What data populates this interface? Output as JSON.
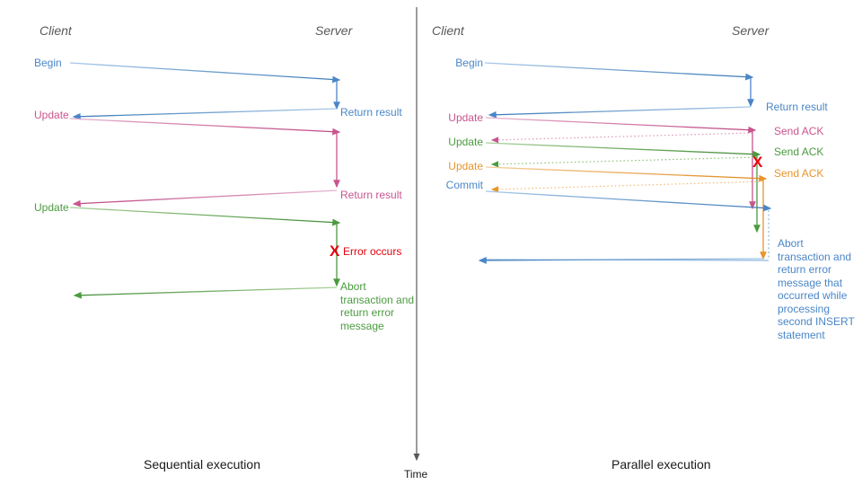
{
  "diagram": {
    "title": "Sequential vs Parallel transaction execution sequence diagram",
    "colors": {
      "blue": "#4a86c8",
      "blue_light": "#8fb6e0",
      "pink": "#c9558f",
      "pink_light": "#dd9cc0",
      "green": "#4b9b3f",
      "green_light": "#90c47f",
      "orange": "#e8952c",
      "orange_light": "#f3bd7b",
      "red": "#e8000d",
      "axis_gray": "#595959",
      "text_dark": "#1a1a1a"
    },
    "time_axis": {
      "label": "Time"
    }
  },
  "left_panel": {
    "caption": "Sequential execution",
    "lanes": {
      "client": "Client",
      "server": "Server"
    },
    "client_messages": [
      {
        "label": "Begin",
        "color": "blue"
      },
      {
        "label": "Update",
        "color": "pink"
      },
      {
        "label": "Update",
        "color": "green"
      }
    ],
    "server_messages": [
      {
        "label": "Return result",
        "color": "blue"
      },
      {
        "label": "Return result",
        "color": "pink"
      }
    ],
    "error": {
      "marker": "X",
      "label": "Error occurs"
    },
    "abort_note": "Abort transaction and return error message"
  },
  "right_panel": {
    "caption": "Parallel execution",
    "lanes": {
      "client": "Client",
      "server": "Server"
    },
    "client_messages": [
      {
        "label": "Begin",
        "color": "blue"
      },
      {
        "label": "Update",
        "color": "pink"
      },
      {
        "label": "Update",
        "color": "green"
      },
      {
        "label": "Update",
        "color": "orange"
      },
      {
        "label": "Commit",
        "color": "blue"
      }
    ],
    "server_messages": [
      {
        "label": "Return result",
        "color": "blue"
      },
      {
        "label": "Send ACK",
        "color": "pink"
      },
      {
        "label": "Send ACK",
        "color": "green"
      },
      {
        "label": "Send ACK",
        "color": "orange"
      }
    ],
    "error": {
      "marker": "X"
    },
    "abort_note": "Abort transaction and return error message that occurred while processing second INSERT statement"
  }
}
